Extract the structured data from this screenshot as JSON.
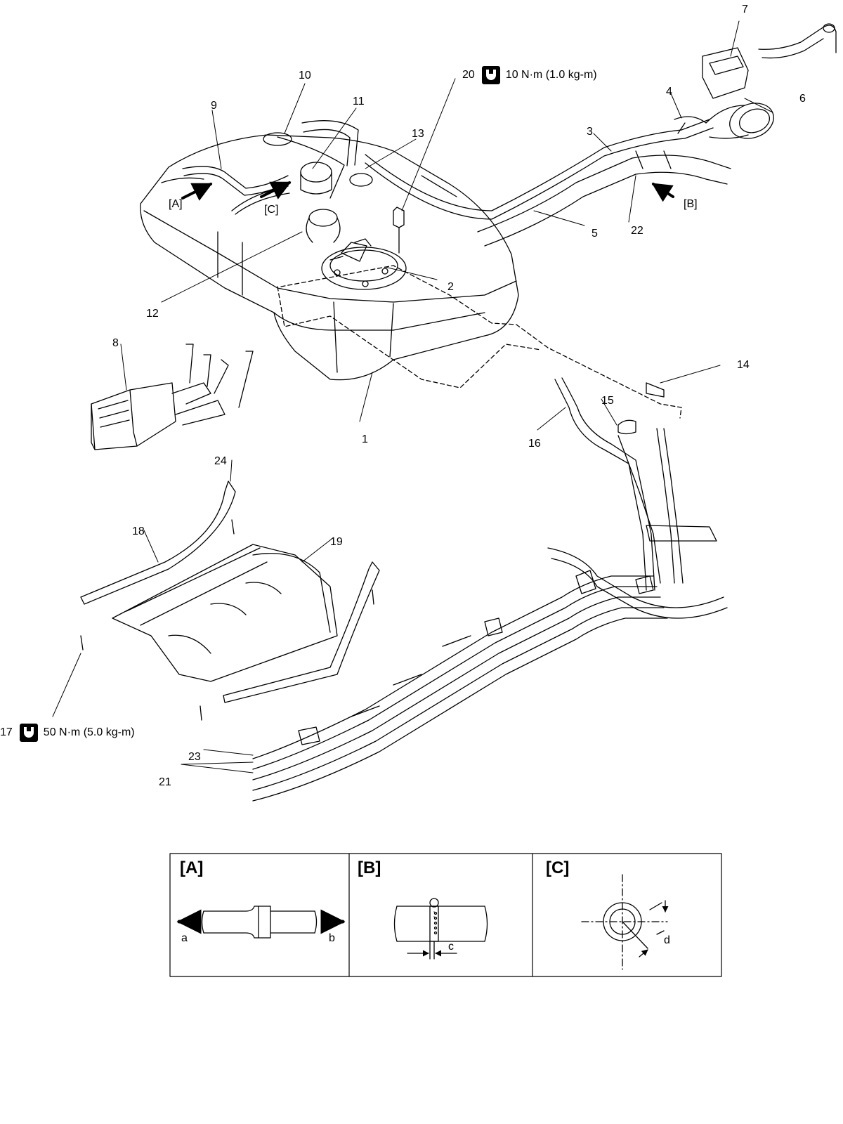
{
  "callouts": {
    "n1": "1",
    "n2": "2",
    "n3": "3",
    "n4": "4",
    "n5": "5",
    "n6": "6",
    "n7": "7",
    "n8": "8",
    "n9": "9",
    "n10": "10",
    "n11": "11",
    "n12": "12",
    "n13": "13",
    "n14": "14",
    "n15": "15",
    "n16": "16",
    "n18": "18",
    "n19": "19",
    "n21": "21",
    "n22": "22",
    "n23": "23",
    "n24": "24",
    "viewA": "[A]",
    "viewB": "[B]",
    "viewC": "[C]"
  },
  "torques": {
    "item20": {
      "number": "20",
      "value": "10 N·m (1.0 kg-m)"
    },
    "item17": {
      "number": "17",
      "value": "50 N·m (5.0 kg-m)"
    }
  },
  "details": {
    "A": {
      "title": "[A]",
      "left_letter": "a",
      "right_letter": "b"
    },
    "B": {
      "title": "[B]",
      "dim_letter": "c"
    },
    "C": {
      "title": "[C]",
      "dim_letter": "d"
    }
  }
}
